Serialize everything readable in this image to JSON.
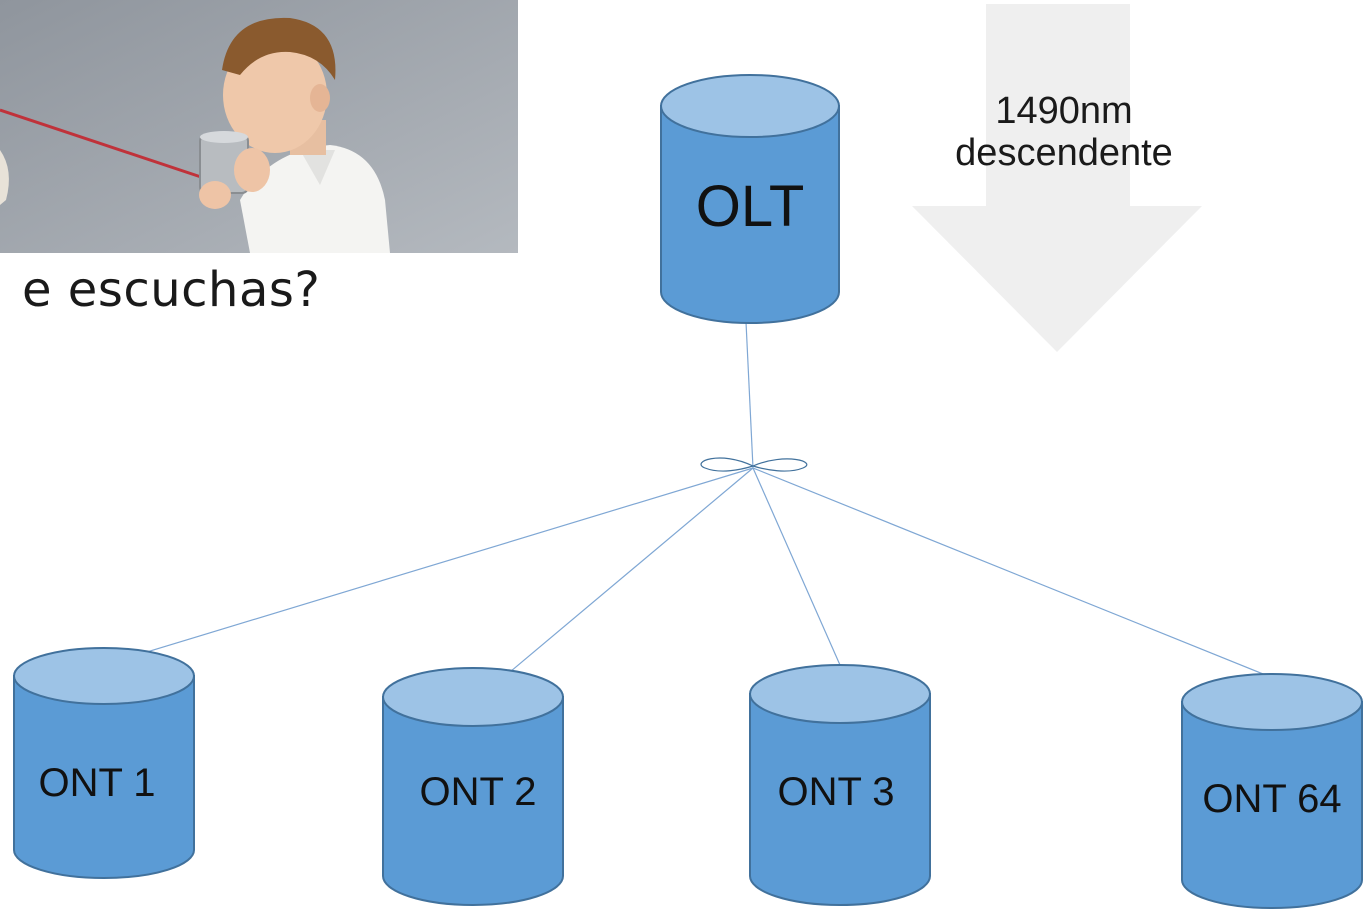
{
  "caption": "e escuchas?",
  "arrow": {
    "line1": "1490nm",
    "line2": "descendente",
    "color": "#efefef"
  },
  "olt": {
    "label": "OLT"
  },
  "onts": [
    {
      "label": "ONT 1"
    },
    {
      "label": "ONT 2"
    },
    {
      "label": "ONT 3"
    },
    {
      "label": "ONT 64"
    }
  ],
  "colors": {
    "node_body": "#5b9bd5",
    "node_top": "#9dc3e6",
    "node_stroke": "#41719c",
    "fiber": "#7fa7d4",
    "photo_bg": "#9aa1aa"
  }
}
